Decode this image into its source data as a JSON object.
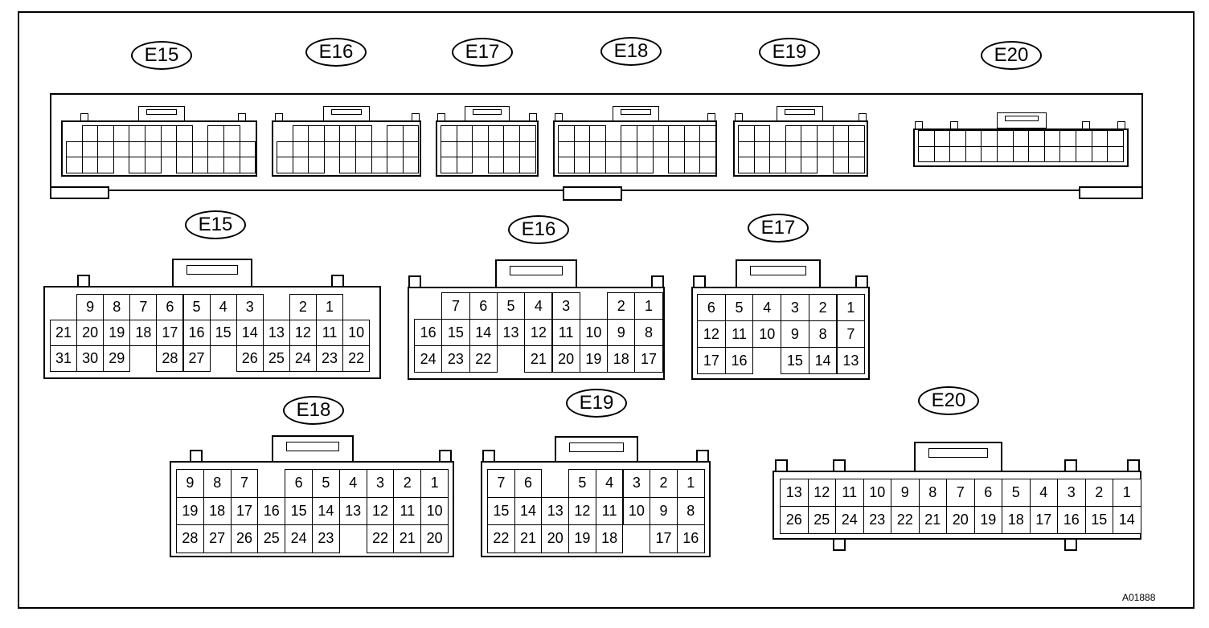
{
  "figure_id": "A01888",
  "top_labels": [
    "E15",
    "E16",
    "E17",
    "E18",
    "E19",
    "E20"
  ],
  "connectors": [
    {
      "id": "E15",
      "label": "E15",
      "rows": [
        [
          "",
          "9",
          "8",
          "7",
          "6",
          "5",
          "4",
          "3",
          "",
          "2",
          "1",
          ""
        ],
        [
          "21",
          "20",
          "19",
          "18",
          "17",
          "16",
          "15",
          "14",
          "13",
          "12",
          "11",
          "10"
        ],
        [
          "31",
          "30",
          "29",
          "",
          "28",
          "27",
          "",
          "26",
          "25",
          "24",
          "23",
          "22"
        ]
      ]
    },
    {
      "id": "E16",
      "label": "E16",
      "rows": [
        [
          "",
          "7",
          "6",
          "5",
          "4",
          "3",
          "",
          "2",
          "1"
        ],
        [
          "16",
          "15",
          "14",
          "13",
          "12",
          "11",
          "10",
          "9",
          "8"
        ],
        [
          "24",
          "23",
          "22",
          "",
          "21",
          "20",
          "19",
          "18",
          "17"
        ]
      ]
    },
    {
      "id": "E17",
      "label": "E17",
      "rows": [
        [
          "6",
          "5",
          "4",
          "3",
          "2",
          "1"
        ],
        [
          "12",
          "11",
          "10",
          "9",
          "8",
          "7"
        ],
        [
          "17",
          "16",
          "",
          "15",
          "14",
          "13"
        ]
      ]
    },
    {
      "id": "E18",
      "label": "E18",
      "rows": [
        [
          "9",
          "8",
          "7",
          "",
          "6",
          "5",
          "4",
          "3",
          "2",
          "1"
        ],
        [
          "19",
          "18",
          "17",
          "16",
          "15",
          "14",
          "13",
          "12",
          "11",
          "10"
        ],
        [
          "28",
          "27",
          "26",
          "25",
          "24",
          "23",
          "",
          "22",
          "21",
          "20"
        ]
      ]
    },
    {
      "id": "E19",
      "label": "E19",
      "rows": [
        [
          "7",
          "6",
          "",
          "5",
          "4",
          "3",
          "2",
          "1"
        ],
        [
          "15",
          "14",
          "13",
          "12",
          "11",
          "10",
          "9",
          "8"
        ],
        [
          "22",
          "21",
          "20",
          "19",
          "18",
          "",
          "17",
          "16"
        ]
      ]
    },
    {
      "id": "E20",
      "label": "E20",
      "rows": [
        [
          "13",
          "12",
          "11",
          "10",
          "9",
          "8",
          "7",
          "6",
          "5",
          "4",
          "3",
          "2",
          "1"
        ],
        [
          "26",
          "25",
          "24",
          "23",
          "22",
          "21",
          "20",
          "19",
          "18",
          "17",
          "16",
          "15",
          "14"
        ]
      ]
    }
  ]
}
